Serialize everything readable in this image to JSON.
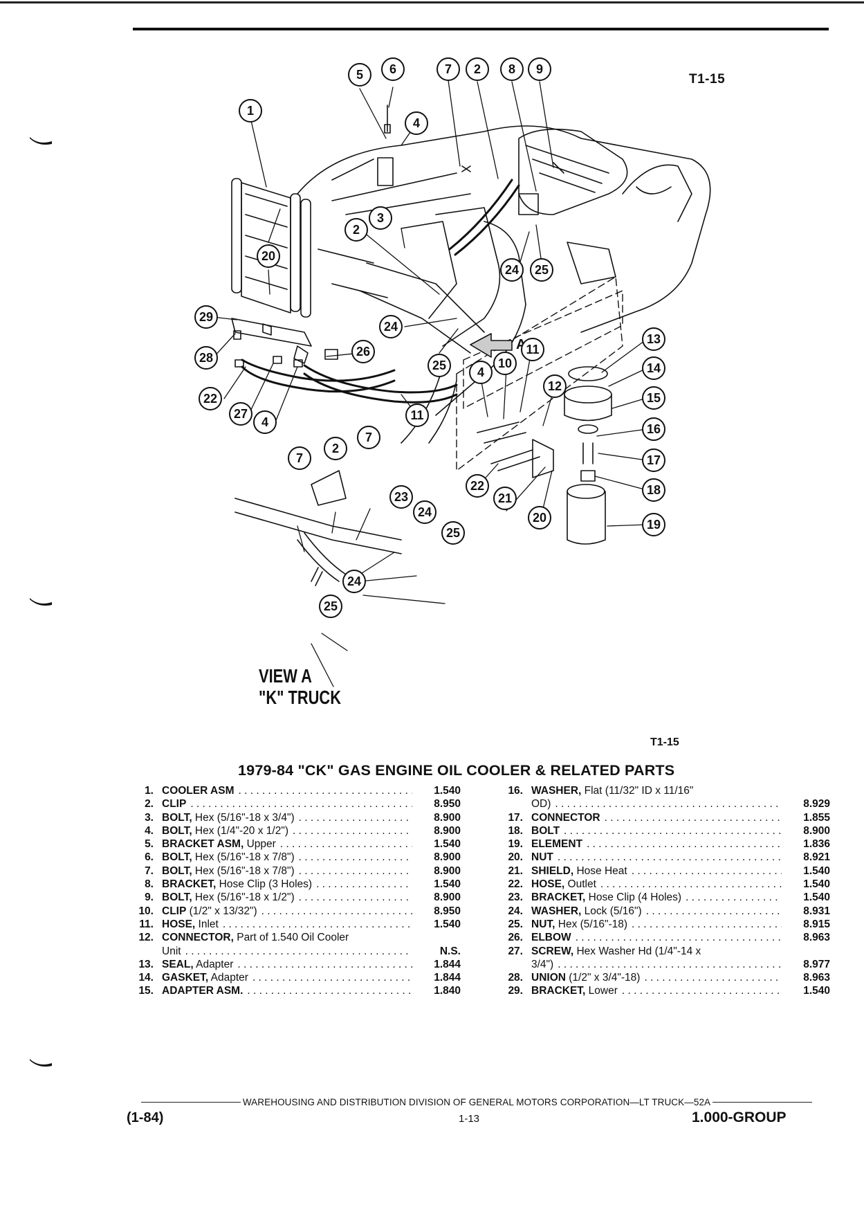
{
  "page": {
    "figure_code": "T1-15",
    "view_label_line1": "VIEW A",
    "view_label_line2": "\"K\" TRUCK",
    "view_arrow_label": "A",
    "figure_code_bottom": "T1-15",
    "section_title": "1979-84 \"CK\" GAS ENGINE OIL COOLER & RELATED PARTS"
  },
  "callouts": [
    "1",
    "2",
    "3",
    "4",
    "5",
    "6",
    "7",
    "8",
    "9",
    "10",
    "11",
    "12",
    "13",
    "14",
    "15",
    "16",
    "17",
    "18",
    "19",
    "20",
    "21",
    "22",
    "23",
    "24",
    "25",
    "26",
    "27",
    "28",
    "29"
  ],
  "parts_left": [
    {
      "num": "1.",
      "name": "COOLER ASM",
      "spec": "",
      "group": "1.540"
    },
    {
      "num": "2.",
      "name": "CLIP",
      "spec": "",
      "group": "8.950"
    },
    {
      "num": "3.",
      "name": "BOLT,",
      "spec": " Hex (5/16\"-18 x 3/4\")",
      "group": "8.900"
    },
    {
      "num": "4.",
      "name": "BOLT,",
      "spec": " Hex (1/4\"-20 x 1/2\")",
      "group": "8.900"
    },
    {
      "num": "5.",
      "name": "BRACKET ASM,",
      "spec": " Upper",
      "group": "1.540"
    },
    {
      "num": "6.",
      "name": "BOLT,",
      "spec": " Hex (5/16\"-18 x 7/8\")",
      "group": "8.900"
    },
    {
      "num": "7.",
      "name": "BOLT,",
      "spec": " Hex (5/16\"-18 x 7/8\")",
      "group": "8.900"
    },
    {
      "num": "8.",
      "name": "BRACKET,",
      "spec": " Hose Clip (3 Holes)",
      "group": "1.540"
    },
    {
      "num": "9.",
      "name": "BOLT,",
      "spec": " Hex (5/16\"-18 x 1/2\")",
      "group": "8.900"
    },
    {
      "num": "10.",
      "name": "CLIP",
      "spec": " (1/2\" x 13/32\")",
      "group": "8.950"
    },
    {
      "num": "11.",
      "name": "HOSE,",
      "spec": " Inlet",
      "group": "1.540"
    },
    {
      "num": "12.",
      "name": "CONNECTOR,",
      "spec": " Part of 1.540 Oil Cooler",
      "group": "",
      "nodots": true
    },
    {
      "num": "",
      "name": "",
      "spec": "Unit",
      "group": "N.S.",
      "cont": true
    },
    {
      "num": "13.",
      "name": "SEAL,",
      "spec": " Adapter",
      "group": "1.844"
    },
    {
      "num": "14.",
      "name": "GASKET,",
      "spec": " Adapter",
      "group": "1.844"
    },
    {
      "num": "15.",
      "name": "ADAPTER ASM.",
      "spec": "",
      "group": "1.840"
    }
  ],
  "parts_right": [
    {
      "num": "16.",
      "name": "WASHER,",
      "spec": " Flat (11/32\" ID x 11/16\"",
      "group": "",
      "nodots": true
    },
    {
      "num": "",
      "name": "",
      "spec": "OD)",
      "group": "8.929",
      "cont": true
    },
    {
      "num": "17.",
      "name": "CONNECTOR",
      "spec": "",
      "group": "1.855"
    },
    {
      "num": "18.",
      "name": "BOLT",
      "spec": "",
      "group": "8.900"
    },
    {
      "num": "19.",
      "name": "ELEMENT",
      "spec": "",
      "group": "1.836"
    },
    {
      "num": "20.",
      "name": "NUT",
      "spec": "",
      "group": "8.921"
    },
    {
      "num": "21.",
      "name": "SHIELD,",
      "spec": " Hose Heat",
      "group": "1.540"
    },
    {
      "num": "22.",
      "name": "HOSE,",
      "spec": " Outlet",
      "group": "1.540"
    },
    {
      "num": "23.",
      "name": "BRACKET,",
      "spec": " Hose Clip (4 Holes)",
      "group": "1.540"
    },
    {
      "num": "24.",
      "name": "WASHER,",
      "spec": " Lock (5/16\")",
      "group": "8.931"
    },
    {
      "num": "25.",
      "name": "NUT,",
      "spec": " Hex (5/16\"-18)",
      "group": "8.915"
    },
    {
      "num": "26.",
      "name": "ELBOW",
      "spec": "",
      "group": "8.963"
    },
    {
      "num": "27.",
      "name": "SCREW,",
      "spec": " Hex Washer Hd (1/4\"-14 x",
      "group": "",
      "nodots": true
    },
    {
      "num": "",
      "name": "",
      "spec": "3/4\")",
      "group": "8.977",
      "cont": true
    },
    {
      "num": "28.",
      "name": "UNION",
      "spec": " (1/2\" x 3/4\"-18)",
      "group": "8.963"
    },
    {
      "num": "29.",
      "name": "BRACKET,",
      "spec": " Lower",
      "group": "1.540"
    }
  ],
  "footer": {
    "line": "WAREHOUSING AND DISTRIBUTION DIVISION OF GENERAL MOTORS CORPORATION—LT TRUCK—52A",
    "left": "(1-84)",
    "center": "1-13",
    "right": "1.000-GROUP"
  }
}
